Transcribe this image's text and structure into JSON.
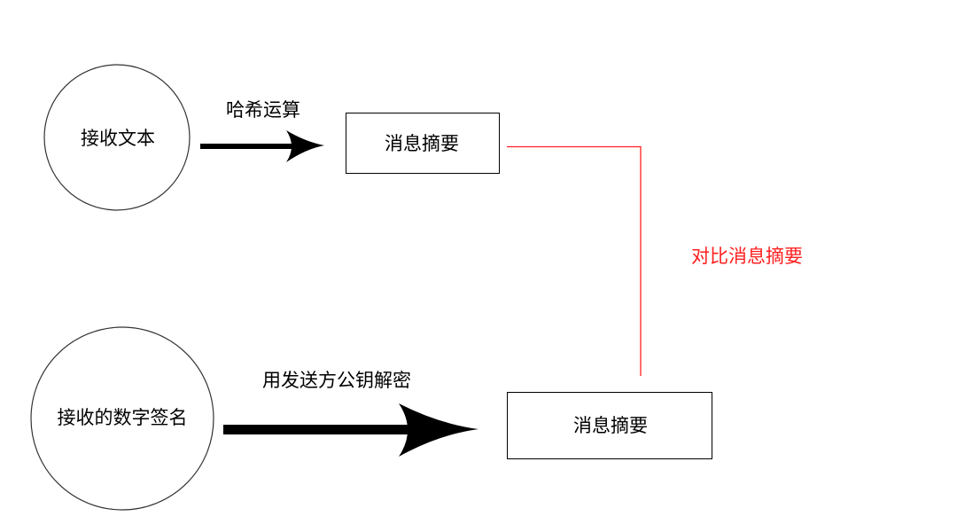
{
  "nodes": {
    "received_text": "接收文本",
    "digest_top": "消息摘要",
    "received_signature": "接收的数字签名",
    "digest_bottom": "消息摘要"
  },
  "edges": {
    "hash": "哈希运算",
    "decrypt": "用发送方公钥解密",
    "compare": "对比消息摘要"
  },
  "colors": {
    "stroke": "#000000",
    "compare": "#ff2020"
  }
}
